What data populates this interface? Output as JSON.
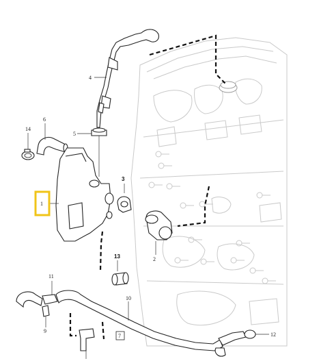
{
  "colors": {
    "highlight": "#f0c419",
    "line": "#222222",
    "engine": "#c9c9c9"
  },
  "labels": {
    "p1": "1",
    "p2": "2",
    "p3": "3",
    "p4": "4",
    "p5": "5",
    "p6": "6",
    "p7": "7",
    "p9": "9",
    "p10": "10",
    "p11": "11",
    "p12": "12",
    "p13": "13",
    "p14": "14"
  }
}
